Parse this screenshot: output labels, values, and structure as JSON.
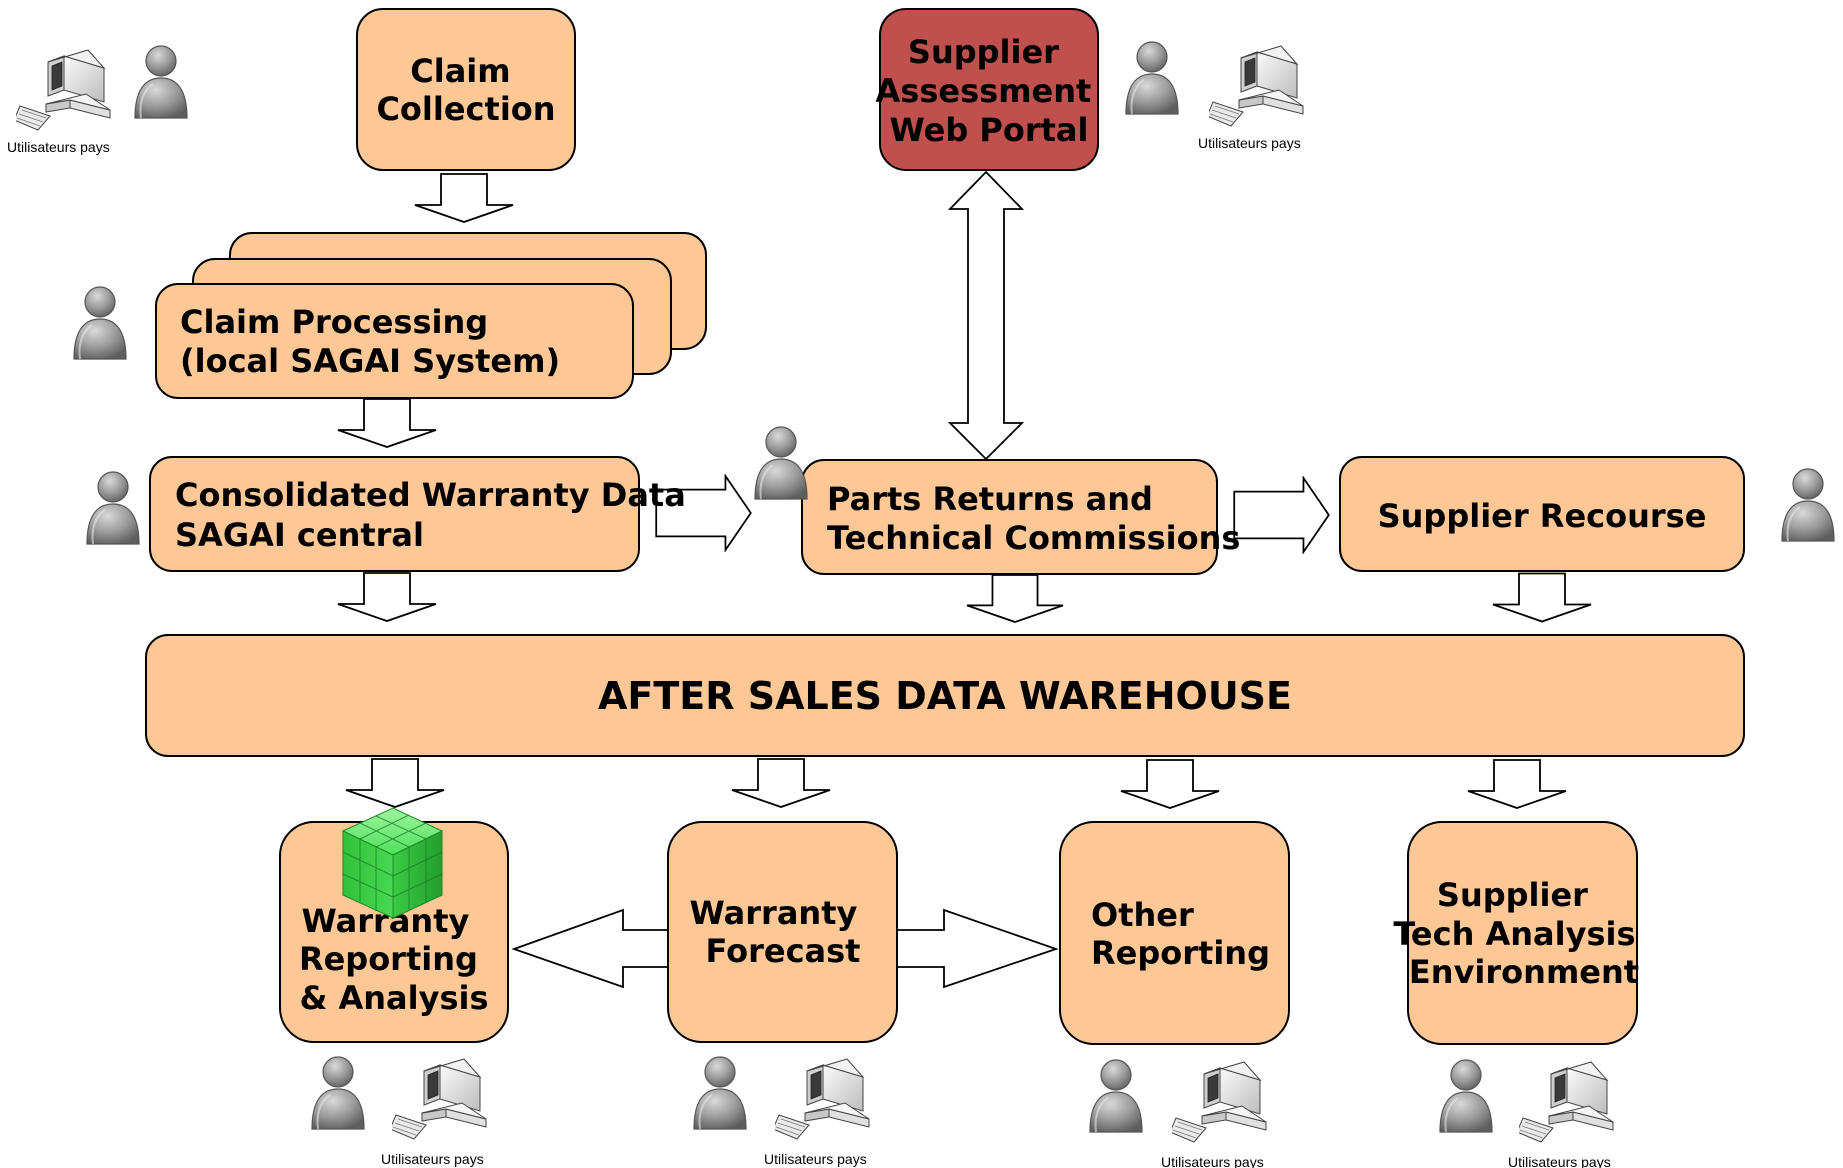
{
  "nodes": {
    "claim_collection": [
      "Claim",
      "Collection"
    ],
    "supplier_portal": [
      "Supplier",
      "Assessment",
      "Web Portal"
    ],
    "claim_processing": [
      "Claim Processing",
      "(local SAGAI System)"
    ],
    "consolidated": [
      "Consolidated Warranty Data",
      "SAGAI central"
    ],
    "parts_returns": [
      "Parts Returns and",
      "Technical Commissions"
    ],
    "supplier_recourse": [
      "Supplier Recourse"
    ],
    "warehouse": [
      "AFTER SALES DATA WAREHOUSE"
    ],
    "warranty_reporting": [
      "Warranty",
      "Reporting",
      "& Analysis"
    ],
    "warranty_forecast": [
      "Warranty",
      "Forecast"
    ],
    "other_reporting": [
      "Other",
      "Reporting"
    ],
    "supplier_tech": [
      "Supplier",
      "Tech Analysis",
      "Environment"
    ]
  },
  "user_caption": "Utilisateurs pays",
  "icons": {
    "user": "user-icon",
    "computer": "computer-icon",
    "cube": "olap-cube-icon"
  },
  "colors": {
    "box_fill": "#FDC896",
    "portal_fill": "#C0504D",
    "stroke": "#000000",
    "cube": "#3FD94A"
  }
}
